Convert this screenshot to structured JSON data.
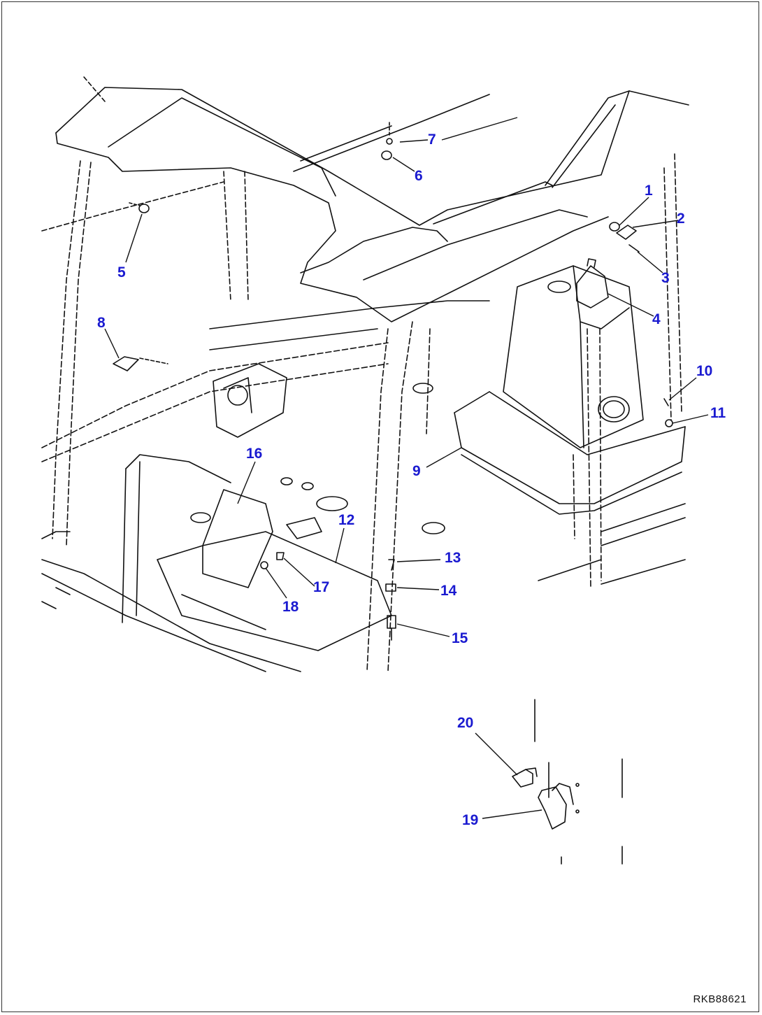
{
  "diagram": {
    "callouts": [
      {
        "id": "1",
        "label": "1"
      },
      {
        "id": "2",
        "label": "2"
      },
      {
        "id": "3",
        "label": "3"
      },
      {
        "id": "4",
        "label": "4"
      },
      {
        "id": "5",
        "label": "5"
      },
      {
        "id": "6",
        "label": "6"
      },
      {
        "id": "7",
        "label": "7"
      },
      {
        "id": "8",
        "label": "8"
      },
      {
        "id": "9",
        "label": "9"
      },
      {
        "id": "10",
        "label": "10"
      },
      {
        "id": "11",
        "label": "11"
      },
      {
        "id": "12",
        "label": "12"
      },
      {
        "id": "13",
        "label": "13"
      },
      {
        "id": "14",
        "label": "14"
      },
      {
        "id": "15",
        "label": "15"
      },
      {
        "id": "16",
        "label": "16"
      },
      {
        "id": "17",
        "label": "17"
      },
      {
        "id": "18",
        "label": "18"
      },
      {
        "id": "19",
        "label": "19"
      },
      {
        "id": "20",
        "label": "20"
      }
    ],
    "drawing_code": "RKB88621",
    "colors": {
      "callout": "#1a1ad0",
      "line": "#111111"
    }
  }
}
